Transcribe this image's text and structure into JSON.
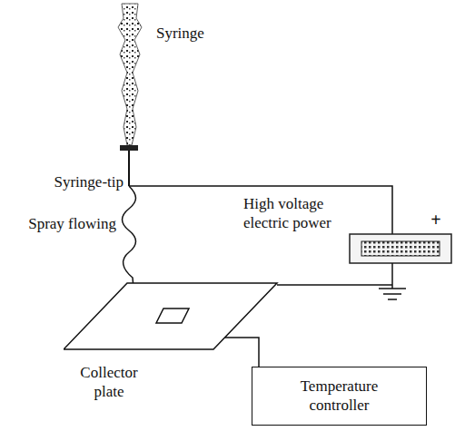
{
  "diagram": {
    "nodes": [
      {
        "text": [
          "Collector plate"
        ]
      },
      {
        "text": [
          "Temperature controller"
        ]
      }
    ],
    "edges": [
      {
        "from": 0,
        "to": 1,
        "arrow": "none"
      }
    ],
    "labels": [
      "Syringe",
      "Syringe-tip",
      "Spray flowing",
      "High voltage electric power",
      "+"
    ]
  }
}
